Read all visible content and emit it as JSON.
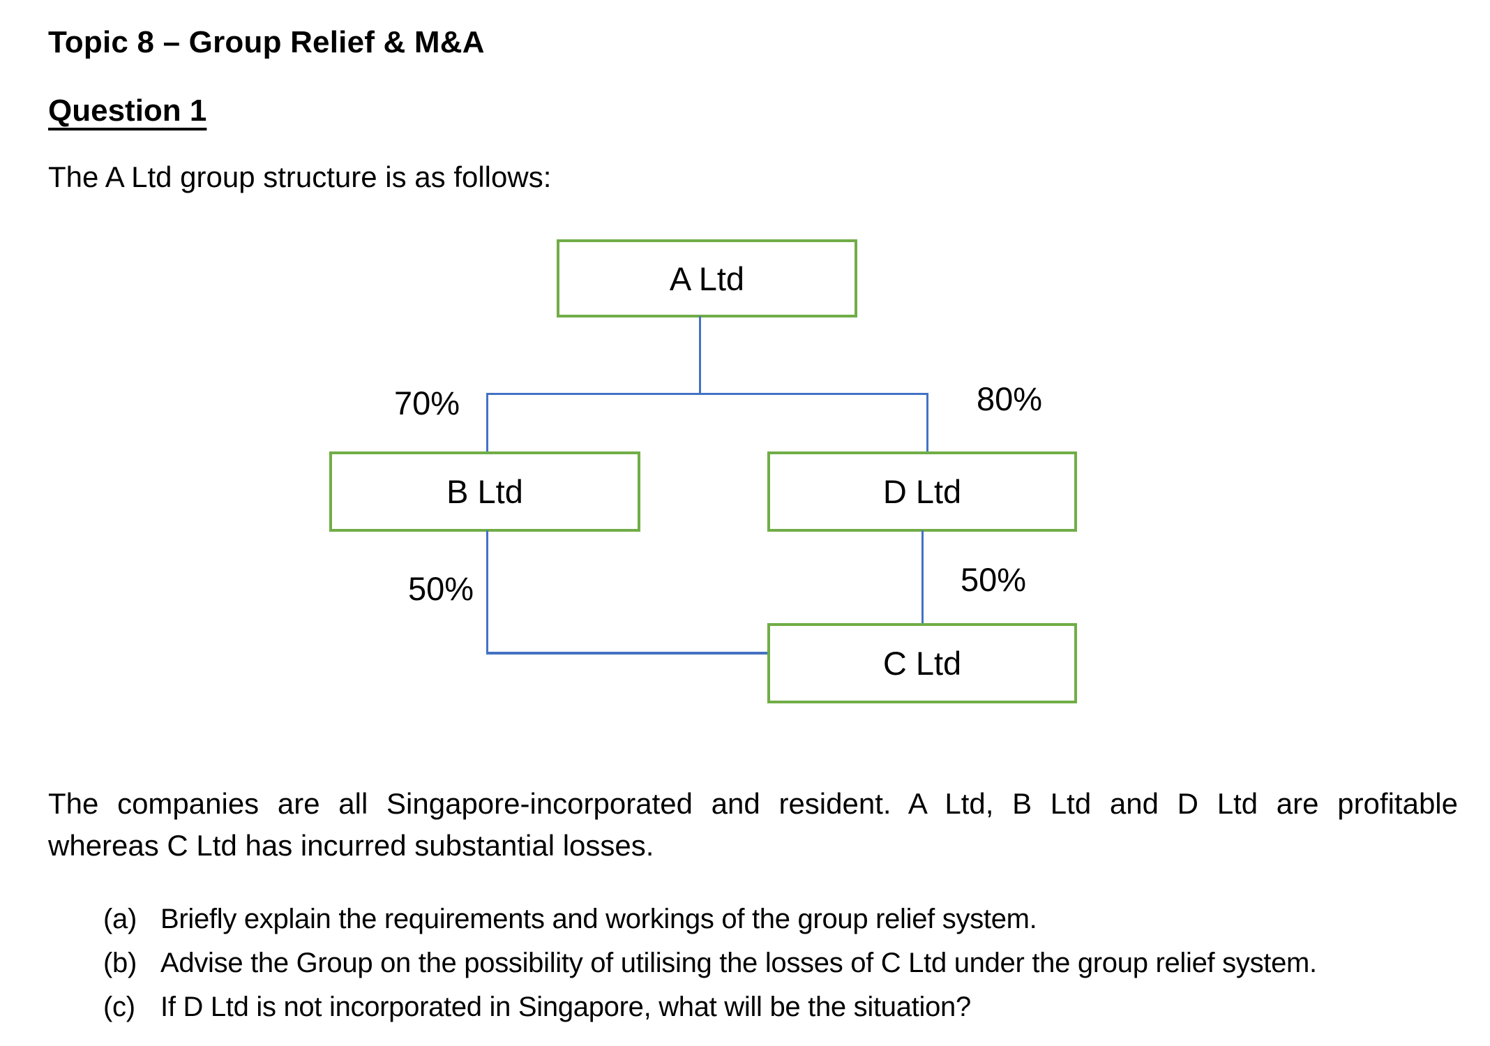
{
  "document": {
    "title": "Topic 8 – Group Relief & M&A",
    "question_heading": "Question 1",
    "intro": "The A Ltd group structure is as follows:",
    "paragraph": {
      "line1": "The companies are all Singapore-incorporated and resident. A Ltd, B Ltd and D Ltd are profitable",
      "line2": "whereas C Ltd has incurred substantial losses."
    },
    "questions": [
      {
        "marker": "(a)",
        "text": "Briefly explain the requirements and workings of the group relief system."
      },
      {
        "marker": "(b)",
        "text": "Advise the Group on the possibility of utilising the losses of C Ltd under the group relief system."
      },
      {
        "marker": "(c)",
        "text": "If D Ltd is not incorporated in Singapore, what will be the situation?"
      }
    ]
  },
  "diagram": {
    "nodes": [
      {
        "id": "a-ltd",
        "label": "A Ltd"
      },
      {
        "id": "b-ltd",
        "label": "B Ltd"
      },
      {
        "id": "d-ltd",
        "label": "D Ltd"
      },
      {
        "id": "c-ltd",
        "label": "C Ltd"
      }
    ],
    "edges": [
      {
        "from": "A Ltd",
        "to": "B Ltd",
        "label": "70%"
      },
      {
        "from": "A Ltd",
        "to": "D Ltd",
        "label": "80%"
      },
      {
        "from": "B Ltd",
        "to": "C Ltd",
        "label": "50%"
      },
      {
        "from": "D Ltd",
        "to": "C Ltd",
        "label": "50%"
      }
    ],
    "colors": {
      "node_border": "#70ad47",
      "connector": "#4472c4",
      "text": "#000000",
      "background": "#ffffff"
    }
  }
}
